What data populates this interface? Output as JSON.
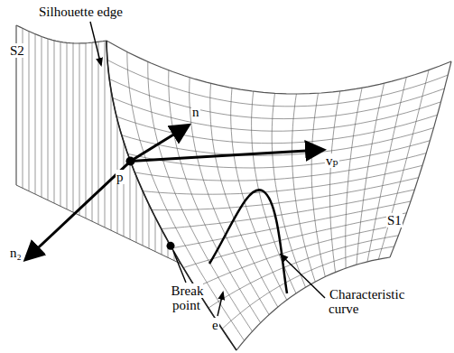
{
  "diagram": {
    "labels": [
      "Silhouette edge",
      "S2",
      "n",
      "vₚ",
      "p",
      "S1",
      "n₂",
      "Break point",
      "e",
      "Characteristic curve"
    ]
  }
}
